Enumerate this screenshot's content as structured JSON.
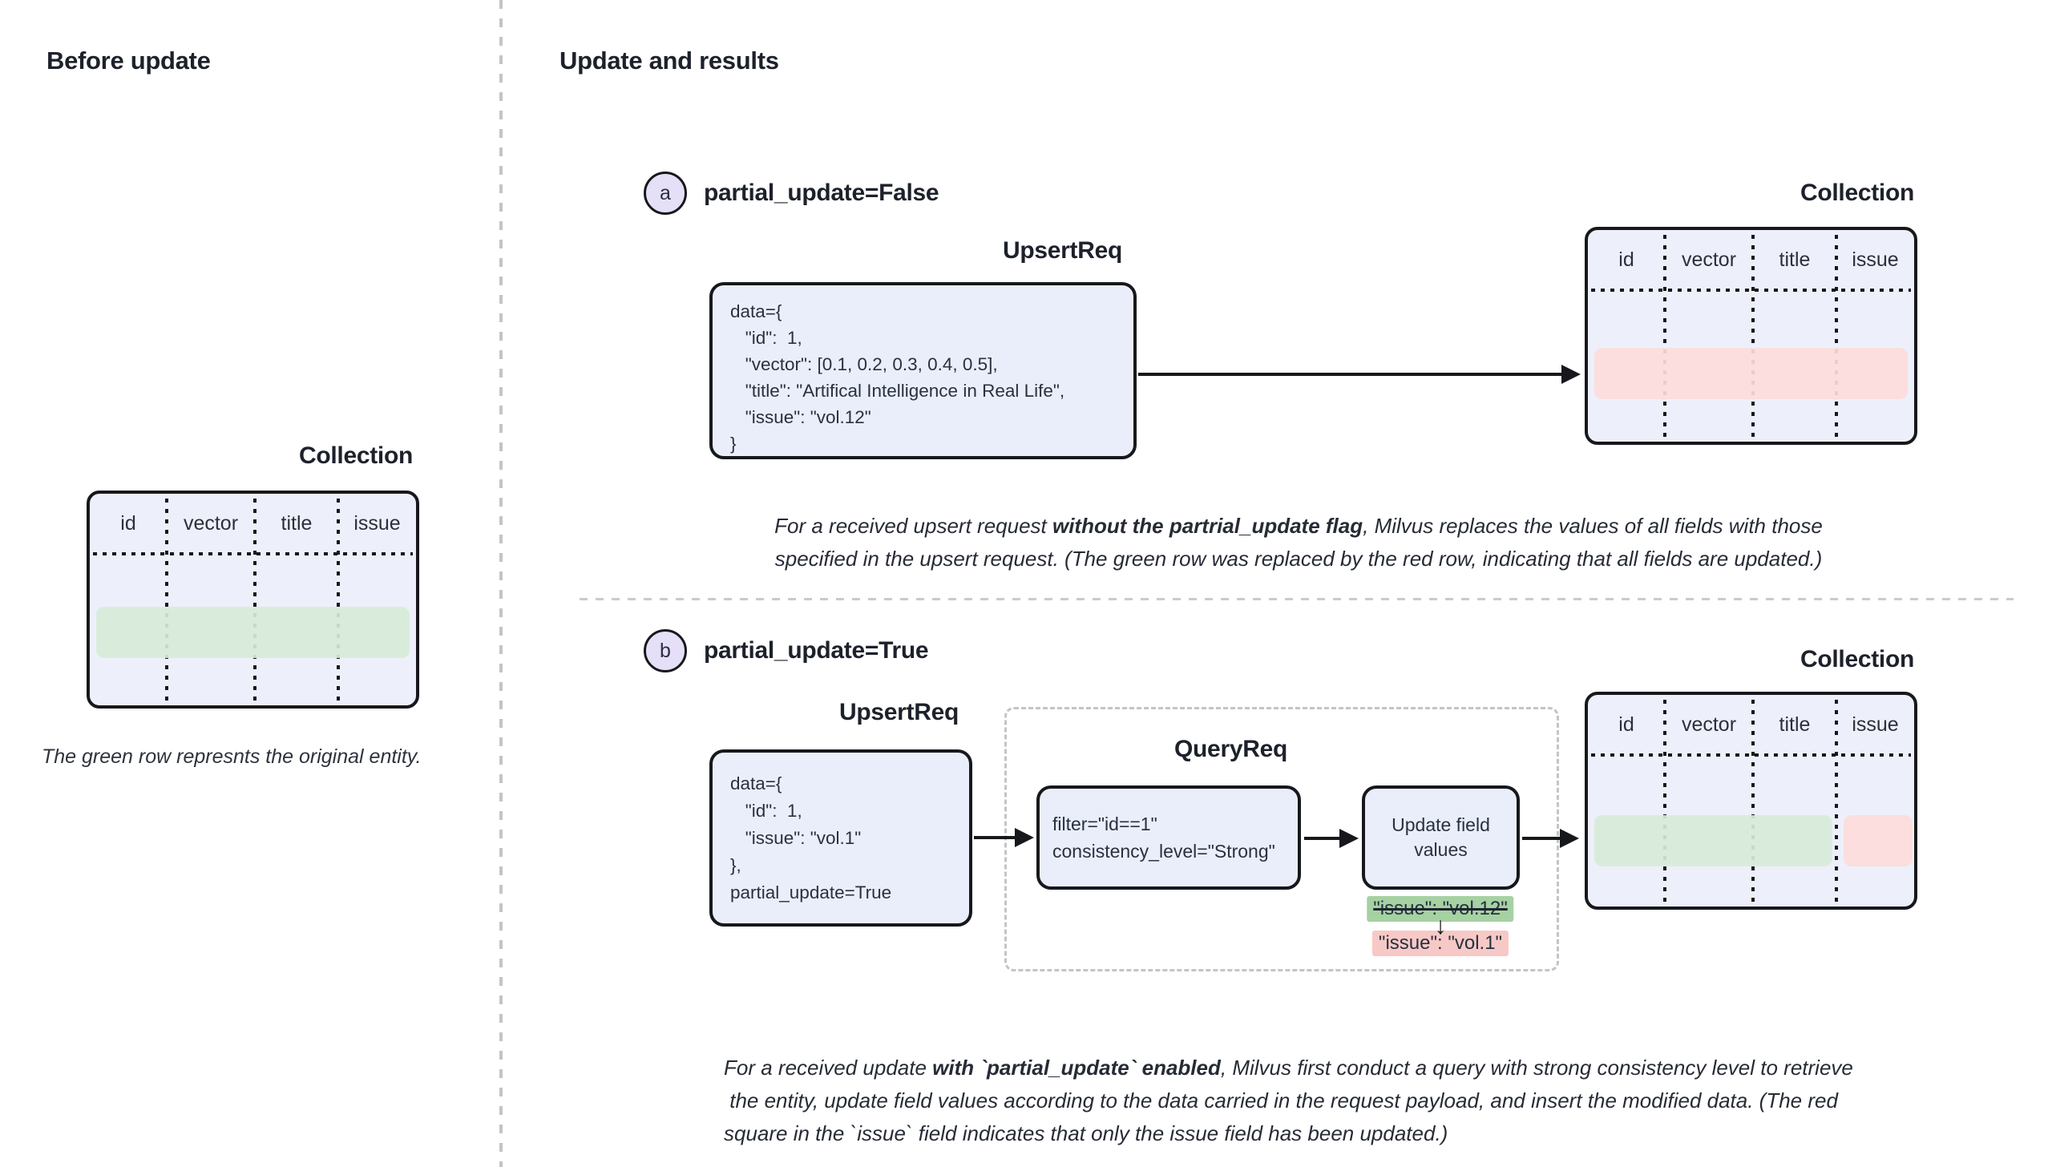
{
  "table_headers": [
    "id",
    "vector",
    "title",
    "issue"
  ],
  "left": {
    "title": "Before update",
    "collection_title": "Collection",
    "caption": "The green row represnts the original entity."
  },
  "right_title": "Update and results",
  "sections": {
    "a": {
      "badge": "a",
      "heading": "partial_update=False",
      "upsert_label": "UpsertReq",
      "collection_title": "Collection",
      "upsert_code": [
        "data={",
        "   \"id\":  1,",
        "   \"vector\": [0.1, 0.2, 0.3, 0.4, 0.5],",
        "   \"title\": \"Artifical Intelligence in Real Life\",",
        "   \"issue\": \"vol.12\"",
        "}"
      ],
      "note": {
        "l1_pre": "For a received upsert request ",
        "l1_bold": "without the partrial_update flag",
        "l1_post": ", Milvus replaces the values of all fields with those",
        "l2": "specified in the upsert request. (The green row was replaced by the red row, indicating that all fields are updated.)"
      }
    },
    "b": {
      "badge": "b",
      "heading": "partial_update=True",
      "upsert_label": "UpsertReq",
      "query_label": "QueryReq",
      "collection_title": "Collection",
      "upsert_code": [
        "data={",
        "   \"id\":  1,",
        "   \"issue\": \"vol.1\"",
        "},",
        "partial_update=True"
      ],
      "query_code": [
        "filter=\"id==1\"",
        "consistency_level=\"Strong\""
      ],
      "update_box_lines": [
        "Update field",
        "values"
      ],
      "old_value": "\"issue\": \"vol.12\"",
      "new_value": "\"issue\": \"vol.1\"",
      "note": {
        "l1_pre": "For a received update ",
        "l1_bold": "with `partial_update` enabled",
        "l1_post": ", Milvus first conduct a query with strong consistency level to retrieve",
        "l2": " the entity, update field values according to the data carried in the request payload, and insert the modified data. (The red",
        "l3": "square in the `issue` field indicates that only the issue field has been updated.)"
      }
    }
  },
  "colors": {
    "ink": "#17181c",
    "box_fill": "#e9eefa",
    "table_fill": "#edf0fa",
    "green_row": "#d7ecd9",
    "red_row": "#fcdcda",
    "green_highlight": "#a6d1a2",
    "pink_highlight": "#f7c9c6",
    "badge_fill": "#e6dff8",
    "dash_gray": "#c4c4c8",
    "text": "#232832"
  }
}
